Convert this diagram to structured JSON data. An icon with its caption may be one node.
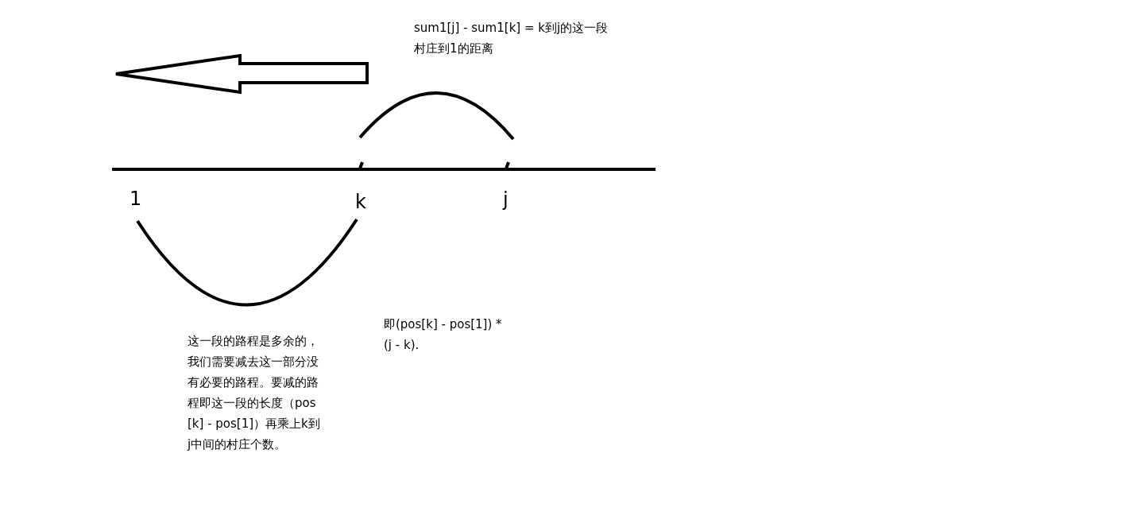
{
  "diagram": {
    "labels": [
      "sum1[j] - sum1[k] = k到j的这一段村庄到1的距离",
      "1",
      "k",
      "j",
      "这一段的路程是多余的，我们需要减去这一部分没有必要的路程。要减的路程即这一段的长度（pos[k] - pos[1]）再乘上k到j中间的村庄个数。",
      "即(pos[k] - pos[1]) * (j - k)."
    ]
  }
}
